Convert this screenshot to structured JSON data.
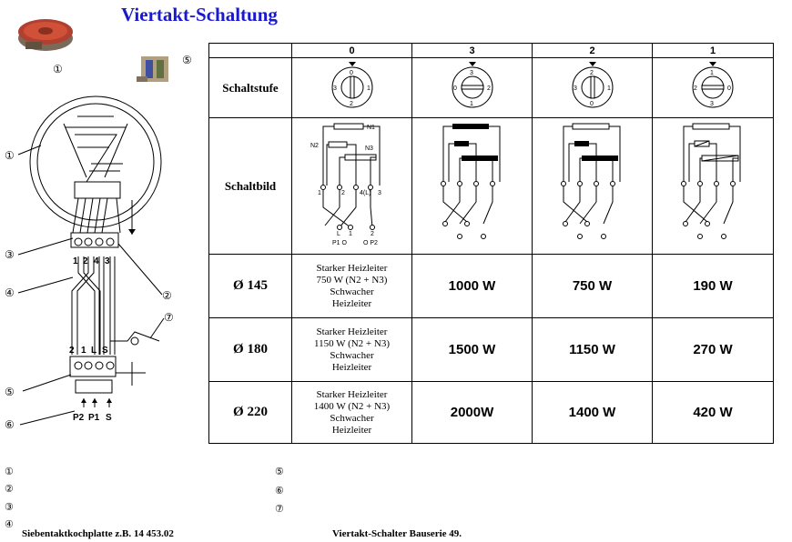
{
  "title": "Viertakt-Schaltung",
  "left": {
    "photo_label_1": "①",
    "photo_label_5": "⑤",
    "callouts": [
      "①",
      "③",
      "④",
      "⑤",
      "⑥",
      "②",
      "⑦"
    ],
    "terminal_top": [
      "1",
      "2",
      "4",
      "3"
    ],
    "terminal_switch": [
      "2",
      "1",
      "L",
      "S"
    ],
    "bottom_labels": [
      "P2",
      "P1",
      "S"
    ]
  },
  "table": {
    "headers": [
      "0",
      "3",
      "2",
      "1"
    ],
    "dial_numbers": {
      "d0": [
        "0",
        "1",
        "2",
        "3"
      ],
      "d3": [
        "3",
        "2",
        "1",
        "0"
      ],
      "d2": [
        "2",
        "1",
        "0",
        "3"
      ],
      "d1": [
        "1",
        "0",
        "3",
        "2"
      ]
    },
    "row_schaltstufe": "Schaltstufe",
    "row_schaltbild": "Schaltbild",
    "schaltbild_labels": {
      "n1": "N1",
      "n2": "N2",
      "n3": "N3",
      "t1": "1",
      "t2": "2",
      "t4": "4(L)",
      "t3": "3",
      "bL": "L",
      "b1": "1",
      "b2": "2",
      "p1o": "P1 O",
      "op2": "O P2"
    },
    "rows": [
      {
        "dia": "Ø 145",
        "desc": [
          "Starker Heizleiter",
          "750 W (N2 + N3)",
          "Schwacher",
          "Heizleiter"
        ],
        "w3": "1000 W",
        "w2": "750 W",
        "w1": "190 W"
      },
      {
        "dia": "Ø 180",
        "desc": [
          "Starker Heizleiter",
          "1150 W (N2 + N3)",
          "Schwacher",
          "Heizleiter"
        ],
        "w3": "1500 W",
        "w2": "1150 W",
        "w1": "270 W"
      },
      {
        "dia": "Ø 220",
        "desc": [
          "Starker Heizleiter",
          "1400 W (N2 + N3)",
          "Schwacher",
          "Heizleiter"
        ],
        "w3": "2000W",
        "w2": "1400 W",
        "w1": "420 W"
      }
    ]
  },
  "legend": {
    "left_nums": [
      "①",
      "②",
      "③",
      "④"
    ],
    "right_nums": [
      "⑤",
      "⑥",
      "⑦"
    ],
    "caption_left": "Siebentaktkochplatte z.B. 14 453.02",
    "caption_right": "Viertakt-Schalter Bauserie 49."
  }
}
